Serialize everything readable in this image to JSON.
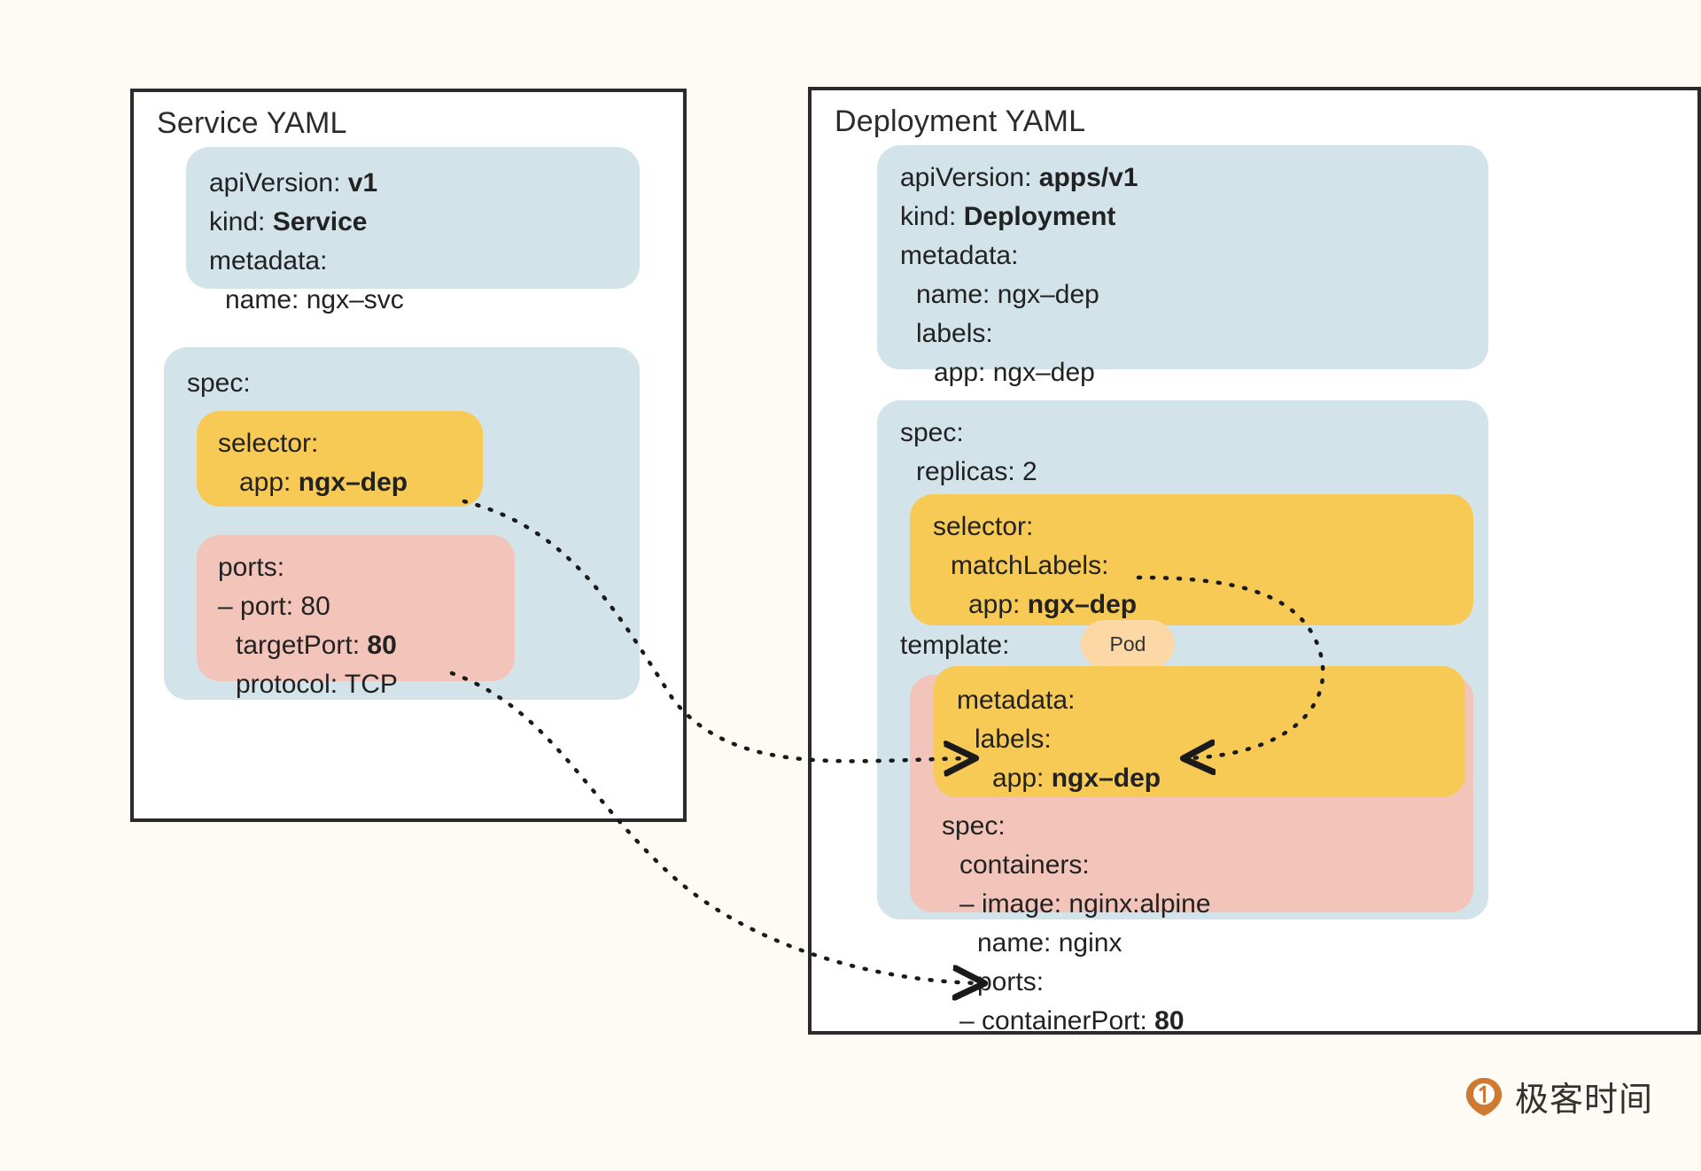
{
  "canvas": {
    "background": "#fdfbf3",
    "colors": {
      "frame": "#2b2b2b",
      "blue_block": "#d3e3ea",
      "amber_block": "#f7c955",
      "pink_block": "#f3c4b9",
      "pod_badge": "#fbd8a6",
      "text": "#222222",
      "arrow": "#1a1a1a",
      "logo_orange": "#cf7a32"
    }
  },
  "service_panel": {
    "title": "Service YAML",
    "header_block": {
      "lines": [
        {
          "label": "apiVersion:",
          "value": "v1",
          "bold_value": true,
          "indent": 0
        },
        {
          "label": "kind:",
          "value": "Service",
          "bold_value": true,
          "indent": 0
        },
        {
          "label": "metadata:",
          "value": "",
          "bold_value": false,
          "indent": 0
        },
        {
          "label": "name:",
          "value": "ngx–svc",
          "bold_value": false,
          "indent": 1
        }
      ]
    },
    "spec_block": {
      "label": "spec:",
      "selector_block": {
        "lines": [
          {
            "label": "selector:",
            "value": "",
            "bold_value": false,
            "indent": 0
          },
          {
            "label": "app:",
            "value": "ngx–dep",
            "bold_value": true,
            "indent": 1
          }
        ]
      },
      "ports_block": {
        "lines": [
          {
            "label": "ports:",
            "value": "",
            "bold_value": false,
            "indent": 0
          },
          {
            "label": "– port:",
            "value": "80",
            "bold_value": false,
            "indent": 0
          },
          {
            "label": "targetPort:",
            "value": "80",
            "bold_value": true,
            "indent": 1
          },
          {
            "label": "protocol:",
            "value": "TCP",
            "bold_value": false,
            "indent": 1
          }
        ]
      }
    }
  },
  "deployment_panel": {
    "title": "Deployment YAML",
    "header_block": {
      "lines": [
        {
          "label": "apiVersion:",
          "value": "apps/v1",
          "bold_value": true,
          "indent": 0
        },
        {
          "label": "kind:",
          "value": "Deployment",
          "bold_value": true,
          "indent": 0
        },
        {
          "label": "metadata:",
          "value": "",
          "bold_value": false,
          "indent": 0
        },
        {
          "label": "name:",
          "value": "ngx–dep",
          "bold_value": false,
          "indent": 1
        },
        {
          "label": "labels:",
          "value": "",
          "bold_value": false,
          "indent": 1
        },
        {
          "label": "app:",
          "value": "ngx–dep",
          "bold_value": false,
          "indent": 2
        }
      ]
    },
    "spec_block": {
      "label": "spec:",
      "replicas": "replicas: 2",
      "selector_block": {
        "lines": [
          {
            "label": "selector:",
            "value": "",
            "bold_value": false,
            "indent": 0
          },
          {
            "label": "matchLabels:",
            "value": "",
            "bold_value": false,
            "indent": 1
          },
          {
            "label": "app:",
            "value": "ngx–dep",
            "bold_value": true,
            "indent": 2
          }
        ]
      },
      "template_label": "template:",
      "pod_badge": "Pod",
      "pod_block": {
        "metadata_block": {
          "lines": [
            {
              "label": "metadata:",
              "value": "",
              "bold_value": false,
              "indent": 0
            },
            {
              "label": "labels:",
              "value": "",
              "bold_value": false,
              "indent": 1
            },
            {
              "label": "app:",
              "value": "ngx–dep",
              "bold_value": true,
              "indent": 2
            }
          ]
        },
        "spec_lines": [
          {
            "label": "spec:",
            "value": "",
            "bold_value": false,
            "indent": 0
          },
          {
            "label": "containers:",
            "value": "",
            "bold_value": false,
            "indent": 1
          },
          {
            "label": "– image:",
            "value": "nginx:alpine",
            "bold_value": false,
            "indent": 2
          },
          {
            "label": "name:",
            "value": "nginx",
            "bold_value": false,
            "indent": 3
          },
          {
            "label": "ports:",
            "value": "",
            "bold_value": false,
            "indent": 3
          },
          {
            "label": "– containerPort:",
            "value": "80",
            "bold_value": true,
            "indent": 2
          }
        ]
      }
    }
  },
  "connectors": [
    {
      "name": "service-selector-to-pod-labels",
      "from": "Service spec.selector.app: ngx–dep",
      "to": "Deployment template.metadata.labels.app: ngx–dep"
    },
    {
      "name": "deployment-matchlabels-to-pod-labels",
      "from": "Deployment spec.selector.matchLabels.app: ngx–dep",
      "to": "Deployment template.metadata.labels.app: ngx–dep"
    },
    {
      "name": "service-targetport-to-containerport",
      "from": "Service spec.ports.targetPort: 80",
      "to": "Deployment containers.ports.containerPort: 80"
    }
  ],
  "logo": {
    "wordmark": "极客时间",
    "mark_name": "geektime-logo-icon"
  }
}
